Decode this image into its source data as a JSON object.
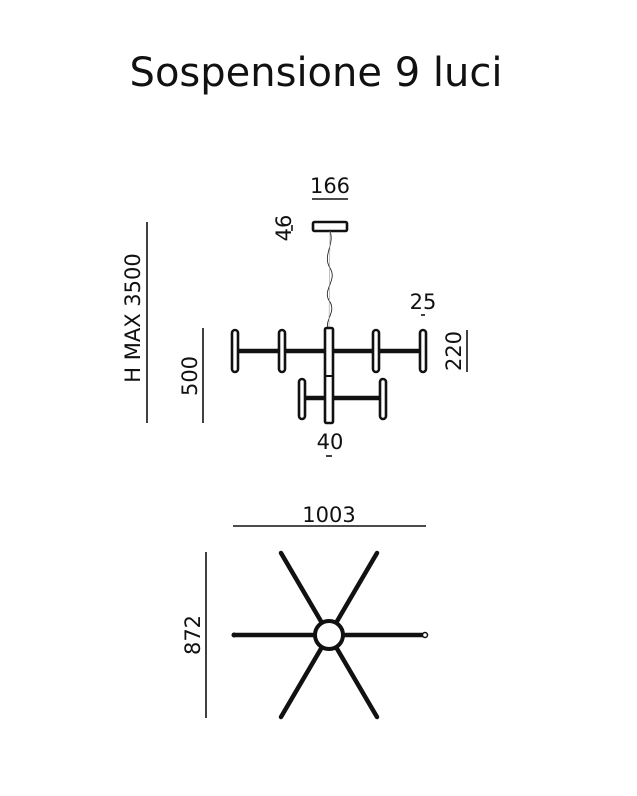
{
  "title": "Sospensione 9 luci",
  "side_view": {
    "canopy_width": "166",
    "canopy_height": "46",
    "max_height": "H MAX 3500",
    "body_height": "500",
    "arm_spacing": "220",
    "diffuser_width": "25",
    "stem_width": "40"
  },
  "plan_view": {
    "width": "1003",
    "depth": "872"
  }
}
